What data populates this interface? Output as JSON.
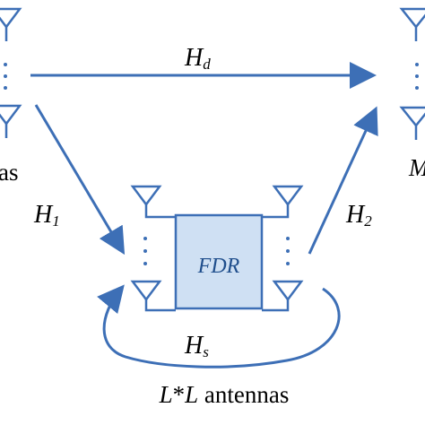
{
  "channels": {
    "hd": {
      "main": "H",
      "sub": "d"
    },
    "h1": {
      "main": "H",
      "sub": "1"
    },
    "h2": {
      "main": "H",
      "sub": "2"
    },
    "hs": {
      "main": "H",
      "sub": "s"
    }
  },
  "relay": {
    "label": "FDR",
    "antennas_caption": "L*L antennas"
  },
  "source": {
    "antennas_caption_fragment": "as"
  },
  "destination": {
    "antennas_caption_fragment": "M"
  },
  "colors": {
    "arrow": "#3d6fb6",
    "antenna": "#3d6fb6",
    "relay_fill": "#cfe0f3",
    "relay_stroke": "#3d6fb6",
    "dots": "#3d6fb6"
  }
}
